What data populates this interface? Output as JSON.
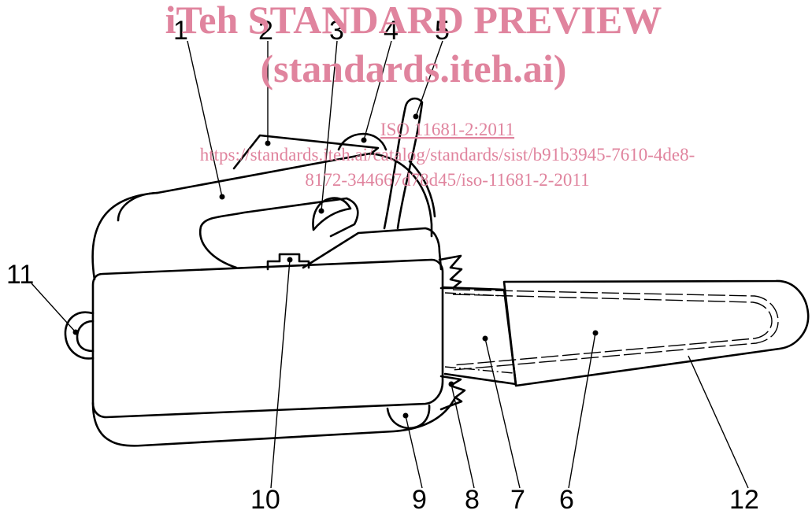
{
  "watermark": {
    "title": "iTeh STANDARD PREVIEW",
    "subtitle": "(standards.iteh.ai)",
    "standard_ref": "ISO 11681-2:2011",
    "url_line1": "https://standards.iteh.ai/catalog/standards/sist/b91b3945-7610-4de8-",
    "url_line2": "8172-344667d78d45/iso-11681-2-2011",
    "color": "#e0849e"
  },
  "callouts": {
    "c1": "1",
    "c2": "2",
    "c3": "3",
    "c4": "4",
    "c5": "5",
    "c6": "6",
    "c7": "7",
    "c8": "8",
    "c9": "9",
    "c10": "10",
    "c11": "11",
    "c12": "12"
  }
}
